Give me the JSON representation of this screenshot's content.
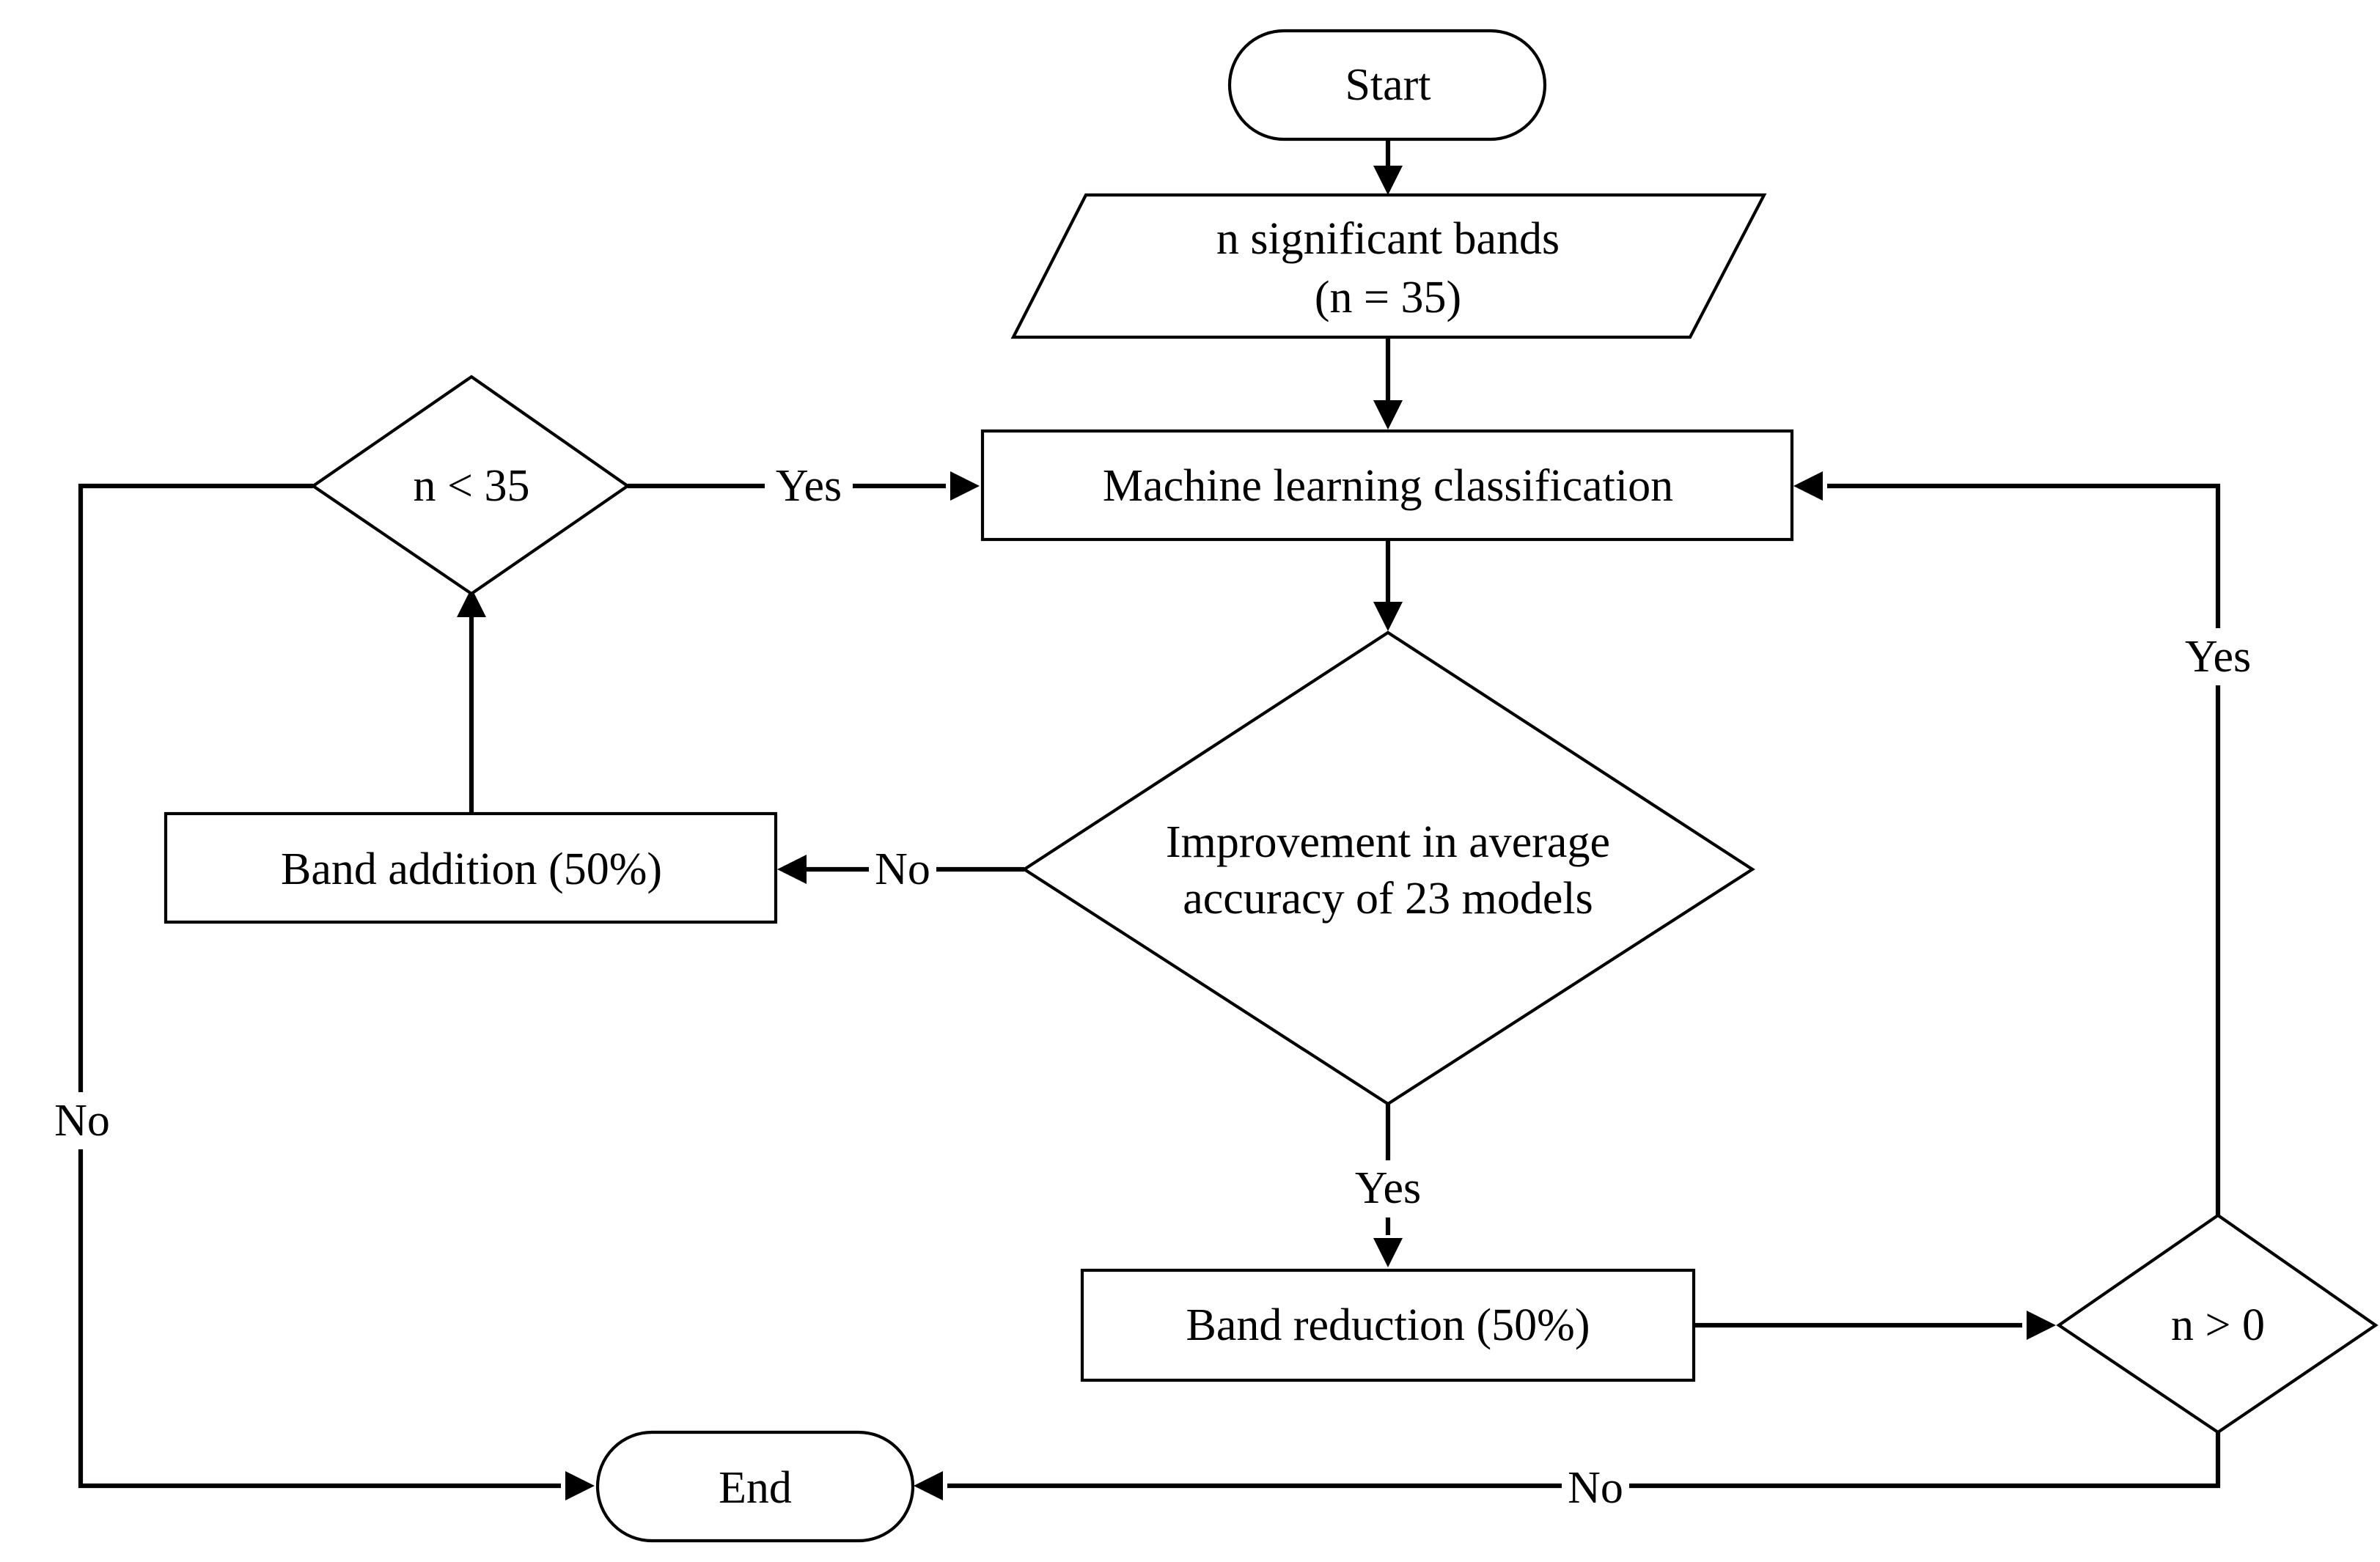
{
  "nodes": {
    "start": {
      "text": "Start"
    },
    "input_bands": {
      "line1": "n significant bands",
      "line2": "(n = 35)"
    },
    "classification": {
      "text": "Machine learning classification"
    },
    "improvement": {
      "line1": "Improvement in average",
      "line2": "accuracy of 23 models"
    },
    "band_addition": {
      "text": "Band addition (50%)"
    },
    "n_less_35": {
      "text": "n < 35"
    },
    "band_reduction": {
      "text": "Band reduction (50%)"
    },
    "n_greater_0": {
      "text": "n > 0"
    },
    "end": {
      "text": "End"
    }
  },
  "edges": {
    "n_less_35_yes": "Yes",
    "n_less_35_no": "No",
    "improvement_no": "No",
    "improvement_yes": "Yes",
    "n_greater_0_yes": "Yes",
    "n_greater_0_no": "No"
  },
  "colors": {
    "stroke": "#000000",
    "fill": "#ffffff"
  }
}
